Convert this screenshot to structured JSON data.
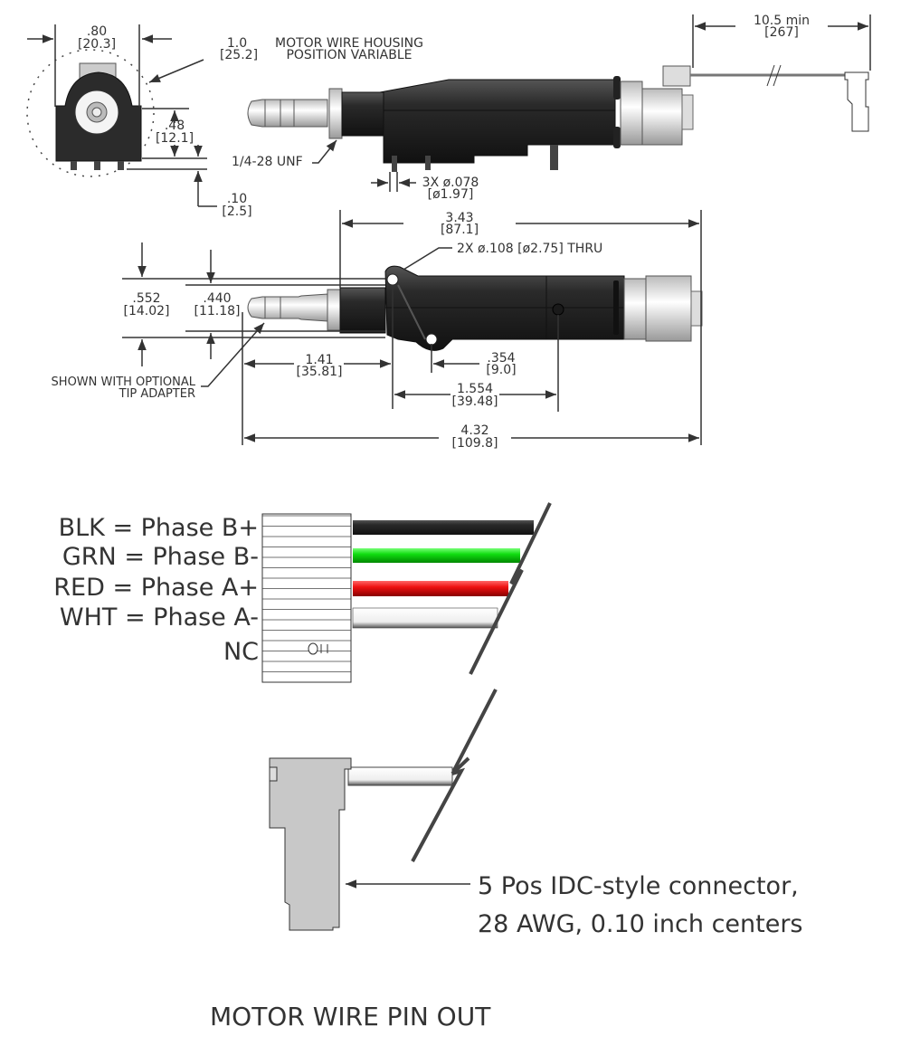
{
  "drawing": {
    "end_view": {
      "width_in": ".80",
      "width_mm": "[20.3]",
      "housing_in": "1.0",
      "housing_mm": "[25.2]",
      "housing_note_1": "MOTOR WIRE HOUSING",
      "housing_note_2": "POSITION VARIABLE",
      "height_in": ".48",
      "height_mm": "[12.1]",
      "pin_in": ".10",
      "pin_mm": "[2.5]"
    },
    "side_view": {
      "thread": "1/4-28 UNF",
      "pin_dia_in": "3X ø.078",
      "pin_dia_mm": "[ø1.97]",
      "cable_in": "10.5 min",
      "cable_mm": "[267]"
    },
    "top_view": {
      "body_len_in": "3.43",
      "body_len_mm": "[87.1]",
      "holes": "2X ø.108 [ø2.75] THRU",
      "dia_outer_in": ".552",
      "dia_outer_mm": "[14.02]",
      "dia_inner_in": ".440",
      "dia_inner_mm": "[11.18]",
      "tip_note_1": "SHOWN WITH OPTIONAL",
      "tip_note_2": "TIP ADAPTER",
      "tip_len_in": "1.41",
      "tip_len_mm": "[35.81]",
      "hole_gap_in": ".354",
      "hole_gap_mm": "[9.0]",
      "mount_in": "1.554",
      "mount_mm": "[39.48]",
      "total_in": "4.32",
      "total_mm": "[109.8]"
    }
  },
  "pinout": {
    "wires": [
      {
        "label": "BLK = Phase B+",
        "color": "#000000"
      },
      {
        "label": "GRN = Phase B-",
        "color": "#22dd22"
      },
      {
        "label": "RED = Phase A+",
        "color": "#ee1111"
      },
      {
        "label": "WHT = Phase A-",
        "color": "#ffffff"
      },
      {
        "label": "NC",
        "color": null
      }
    ],
    "connector_note_1": "5 Pos IDC-style connector,",
    "connector_note_2": "28 AWG, 0.10 inch centers",
    "title": "MOTOR WIRE PIN OUT"
  }
}
